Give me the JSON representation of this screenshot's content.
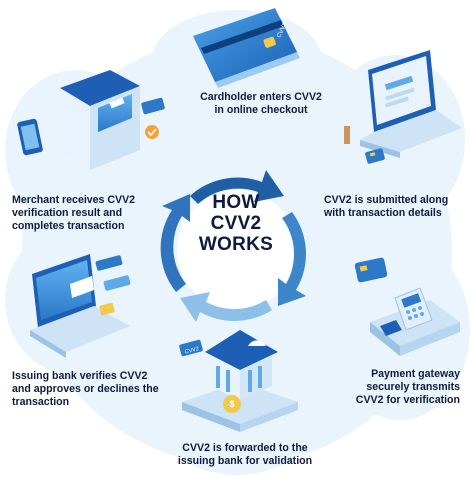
{
  "center": {
    "line1": "HOW",
    "line2": "CVV2",
    "line3": "WORKS"
  },
  "steps": [
    {
      "line1": "Cardholder enters CVV2",
      "line2": "in online checkout"
    },
    {
      "line1": "CVV2 is submitted along",
      "line2": "with transaction details"
    },
    {
      "line1": "Payment gateway",
      "line2": "securely transmits",
      "line3": "CVV2 for verification"
    },
    {
      "line1": "CVV2 is forwarded to the",
      "line2": "issuing bank for validation"
    },
    {
      "line1": "Issuing bank verifies CVV2",
      "line2": "and approves or declines the",
      "line3": "transaction"
    },
    {
      "line1": "Merchant receives CVV2",
      "line2": "verification result and",
      "line3": "completes transaction"
    }
  ],
  "card_labels": {
    "card_cvv": "CVV2",
    "badge_cvv": "CVV2"
  },
  "colors": {
    "arrow_dark": "#1f5fa6",
    "arrow_mid": "#3d86c9",
    "arrow_light": "#8cc0e8",
    "blob": "#eaf4fc",
    "text": "#0d1b3e"
  }
}
